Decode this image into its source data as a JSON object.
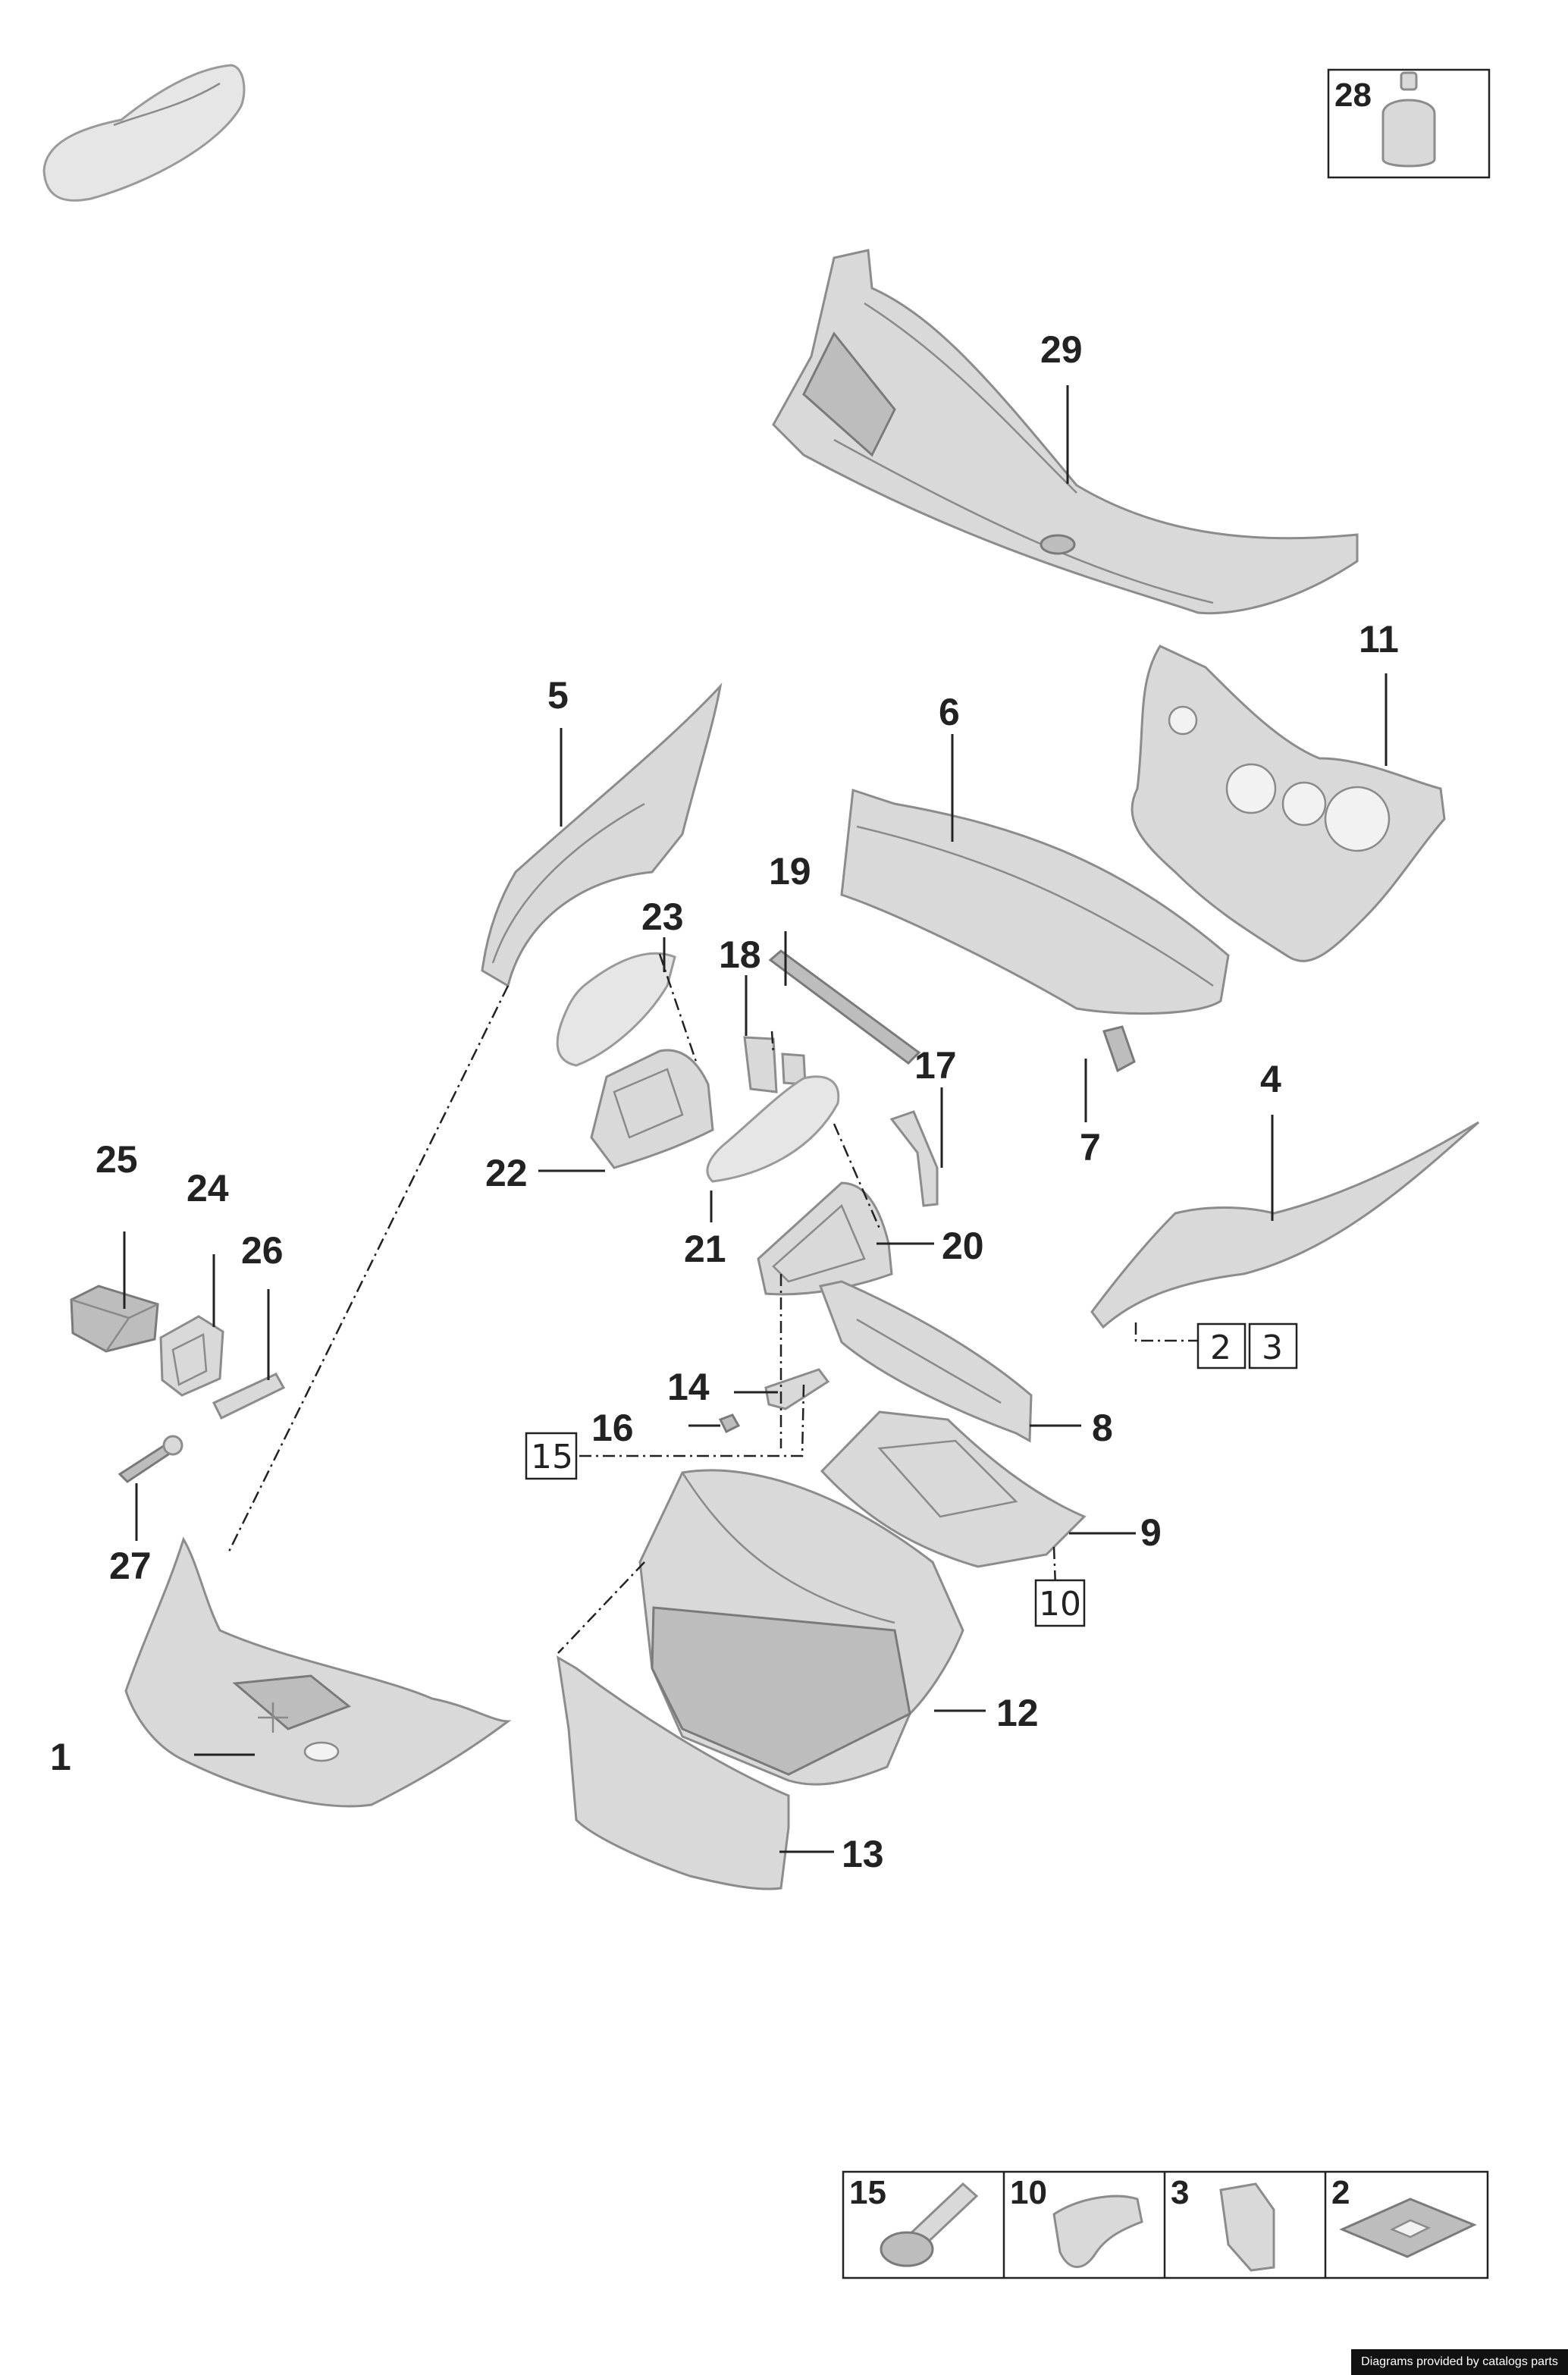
{
  "diagram": {
    "callouts": [
      "1",
      "4",
      "5",
      "6",
      "7",
      "8",
      "9",
      "11",
      "12",
      "13",
      "14",
      "16",
      "17",
      "18",
      "19",
      "20",
      "21",
      "22",
      "23",
      "24",
      "25",
      "26",
      "27",
      "29"
    ],
    "boxed_refs": [
      "2",
      "3",
      "10",
      "15"
    ],
    "top_inset_label": "28",
    "bottom_inset_labels": [
      "15",
      "10",
      "3",
      "2"
    ]
  },
  "footer": {
    "text": "Diagrams provided by catalogs parts"
  }
}
